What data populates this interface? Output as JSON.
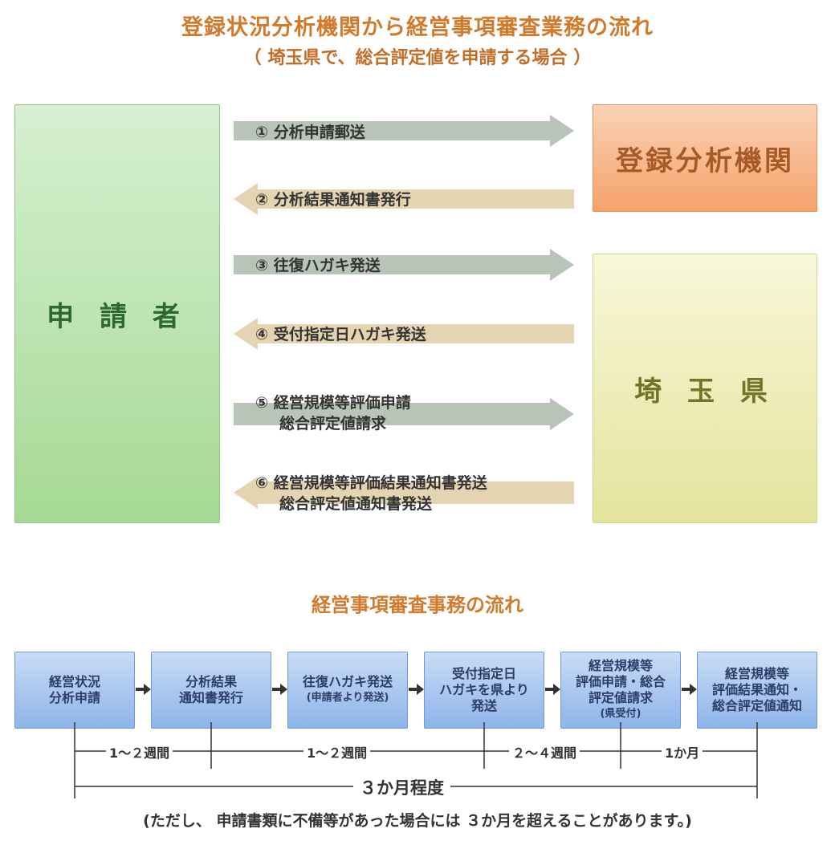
{
  "header": {
    "title": "登録状況分析機関から経営事項審査業務の流れ",
    "subtitle": "（ 埼玉県で、総合評定値を申請する場合 ）"
  },
  "entities": {
    "applicant": "申 請 者",
    "agency": "登録分析機関",
    "prefecture": "埼 玉 県"
  },
  "flows": [
    {
      "num": "①",
      "line1": "分析申請郵送",
      "line2": "",
      "direction": "right"
    },
    {
      "num": "②",
      "line1": "分析結果通知書発行",
      "line2": "",
      "direction": "left"
    },
    {
      "num": "③",
      "line1": "往復ハガキ発送",
      "line2": "",
      "direction": "right"
    },
    {
      "num": "④",
      "line1": "受付指定日ハガキ発送",
      "line2": "",
      "direction": "left"
    },
    {
      "num": "⑤",
      "line1": "経営規模等評価申請",
      "line2": "総合評定値請求",
      "direction": "right"
    },
    {
      "num": "⑥",
      "line1": "経営規模等評価結果通知書発送",
      "line2": "総合評定値通知書発送",
      "direction": "left"
    }
  ],
  "colors": {
    "right_arrow": "#b7c4b7",
    "left_arrow": "#e5d4b2",
    "title": "#d2792c"
  },
  "process": {
    "title": "経営事項審査事務の流れ",
    "steps": [
      {
        "lines": [
          "経営状況",
          "分析申請"
        ],
        "sub": ""
      },
      {
        "lines": [
          "分析結果",
          "通知書発行"
        ],
        "sub": ""
      },
      {
        "lines": [
          "往復ハガキ発送"
        ],
        "sub": "(申請者より発送)"
      },
      {
        "lines": [
          "受付指定日",
          "ハガキを県より",
          "発送"
        ],
        "sub": ""
      },
      {
        "lines": [
          "経営規模等",
          "評価申請・総合",
          "評定値請求"
        ],
        "sub": "(県受付)"
      },
      {
        "lines": [
          "経営規模等",
          "評価結果通知・",
          "総合評定値通知"
        ],
        "sub": ""
      }
    ],
    "intervals": [
      "1～２週間",
      "1～２週間",
      "２～４週間",
      "1か月"
    ],
    "total": "３か月程度",
    "note": "(ただし、 申請書類に不備等があった場合には ３か月を超えることがあります。)"
  }
}
